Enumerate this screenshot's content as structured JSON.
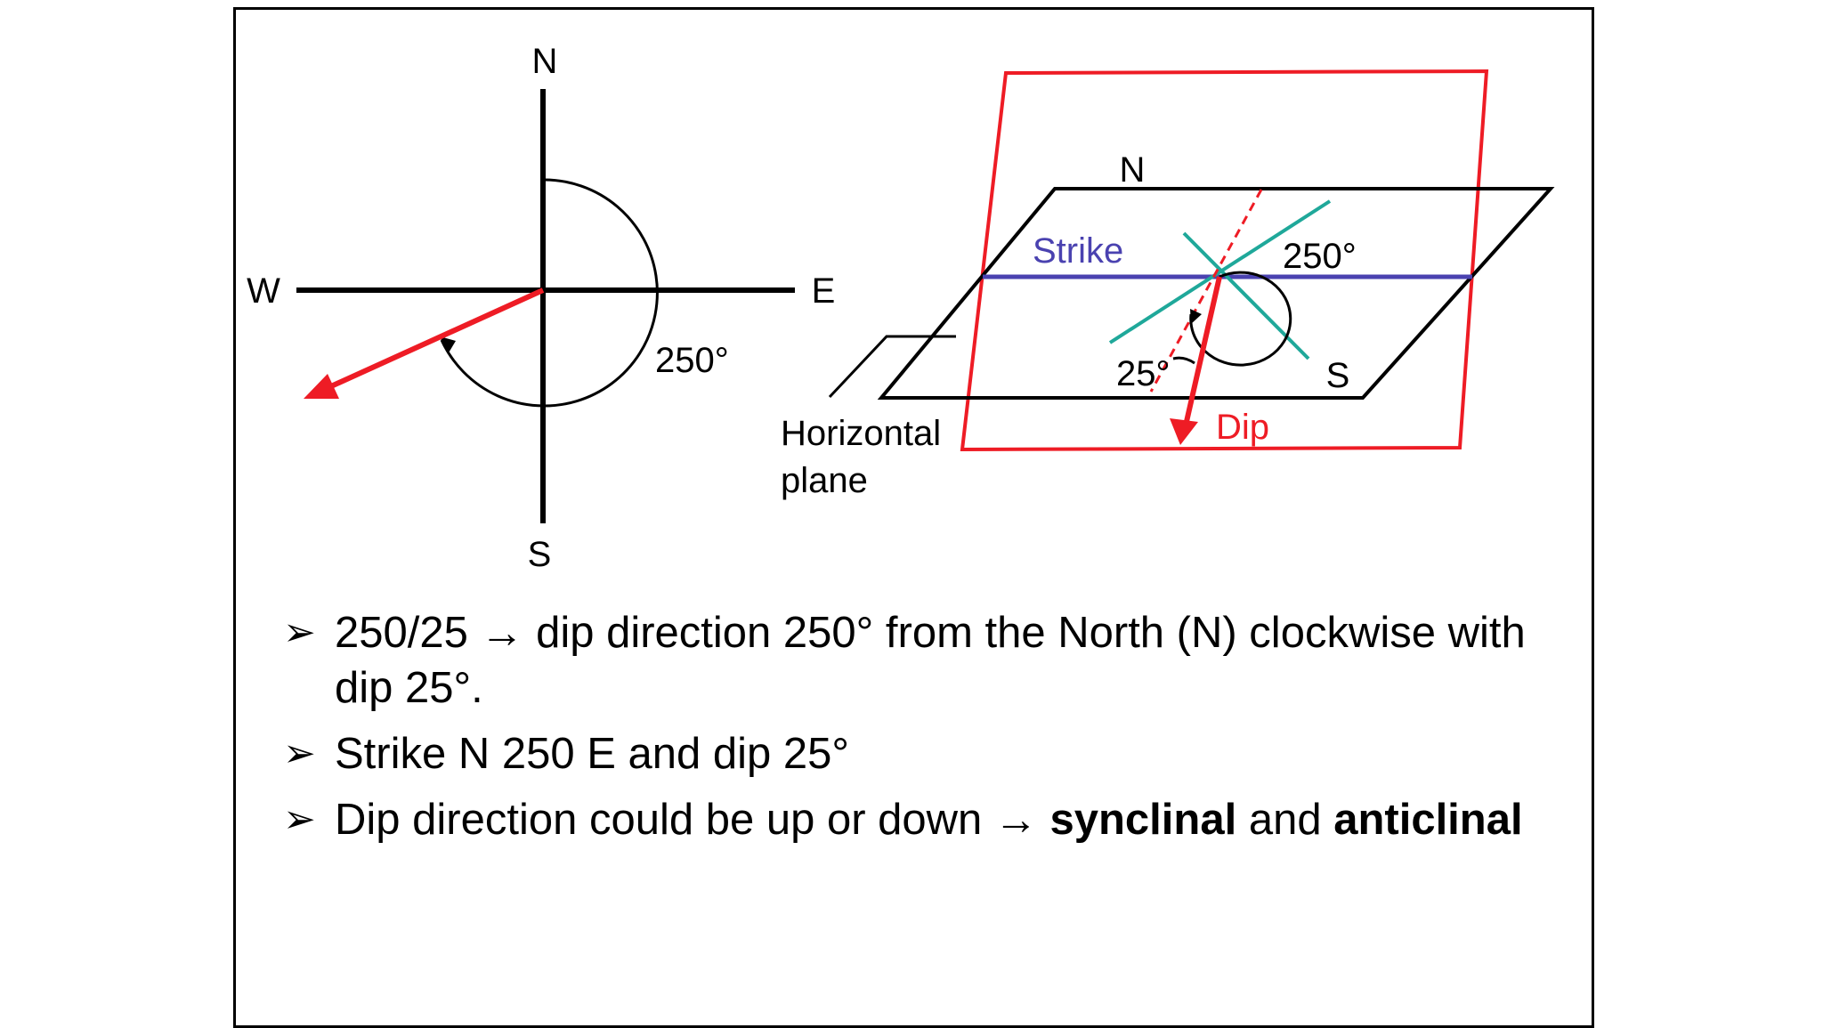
{
  "compass": {
    "north": "N",
    "south": "S",
    "east": "E",
    "west": "W",
    "angle_label": "250°"
  },
  "plane_diagram": {
    "north": "N",
    "south": "S",
    "strike_label": "Strike",
    "angle_label": "250°",
    "dip_angle_label": "25°",
    "dip_label": "Dip",
    "horizontal_label_line1": "Horizontal",
    "horizontal_label_line2": "plane"
  },
  "bullets": [
    {
      "marker": "➢",
      "text": "250/25 → dip direction 250° from the North (N) clockwise with dip 25°."
    },
    {
      "marker": "➢",
      "text": "Strike N 250 E and dip 25°"
    },
    {
      "marker": "➢",
      "before": "Dip direction could be up or down → ",
      "bold1": "synclinal",
      "middle": " and ",
      "bold2": "anticlinal"
    }
  ],
  "colors": {
    "dip_red": "#ee1c25",
    "strike_blue": "#4a42b0",
    "compass_teal": "#1fa89a",
    "ink": "#000000"
  }
}
